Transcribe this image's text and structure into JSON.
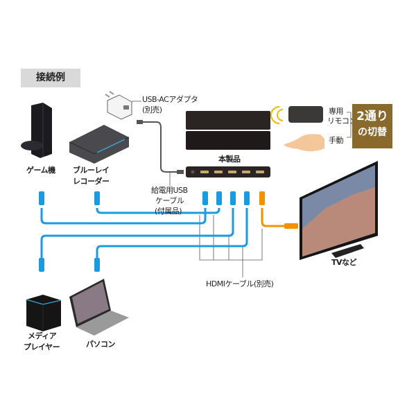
{
  "header": {
    "title": "接続例"
  },
  "devices": {
    "game": "ゲーム機",
    "bluray": [
      "ブルーレイ",
      "レコーダー"
    ],
    "media_player": [
      "メディア",
      "プレイヤー"
    ],
    "pc": "パソコン",
    "tv": "TVなど",
    "product": "本製品"
  },
  "labels": {
    "adapter": [
      "USB-ACアダプタ",
      "(別売)"
    ],
    "usb_cable": [
      "給電用USB",
      "ケーブル",
      "(付属品)"
    ],
    "hdmi_cable": "HDMIケーブル(別売)",
    "remote": [
      "専用",
      "リモコン"
    ],
    "manual": "手動"
  },
  "badge": [
    "2通り",
    "の切替"
  ],
  "colors": {
    "hdmi_in": "#1a9be0",
    "hdmi_out": "#f39200",
    "badge": "#8a6a2c",
    "header_bg": "#d9d9d9"
  }
}
